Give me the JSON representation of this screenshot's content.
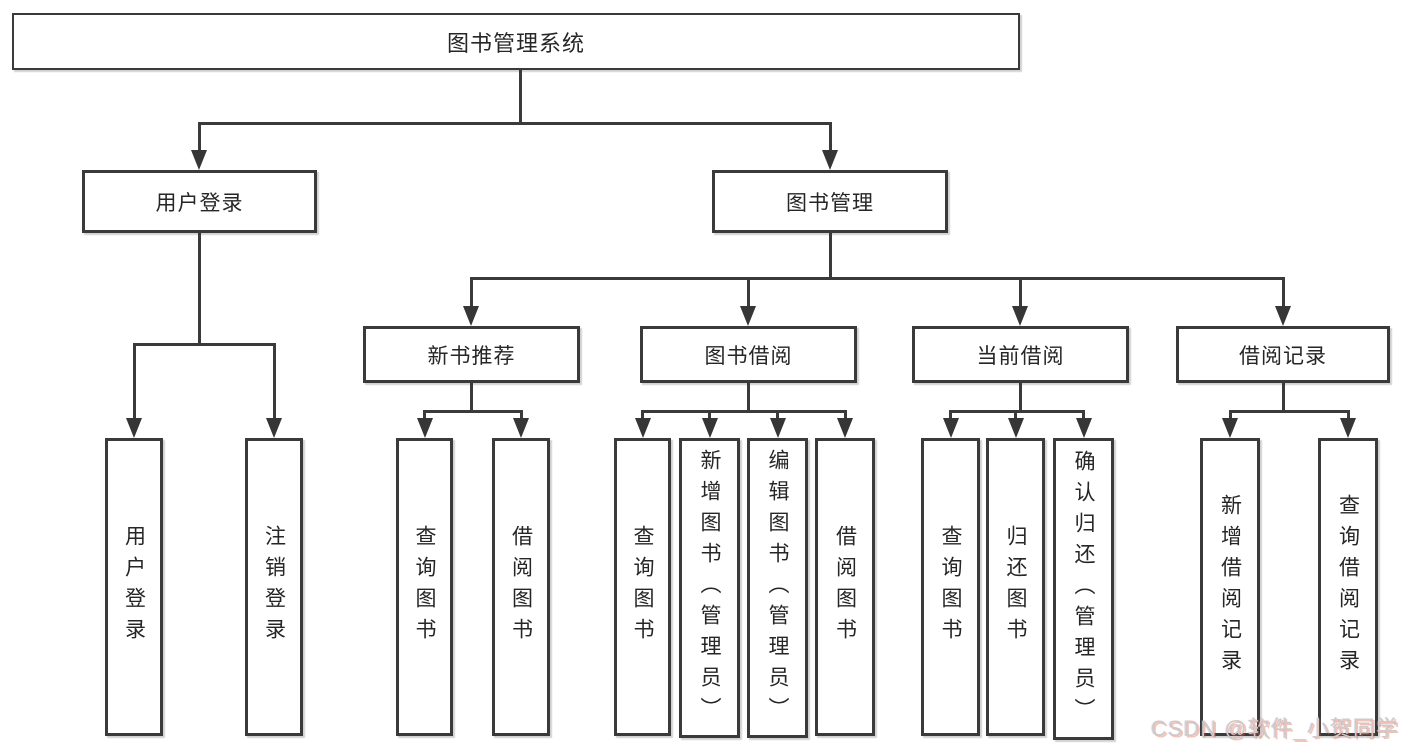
{
  "tree": {
    "label": "图书管理系统",
    "children": [
      {
        "label": "用户登录",
        "children": [
          {
            "label": "用户登录"
          },
          {
            "label": "注销登录"
          }
        ]
      },
      {
        "label": "图书管理",
        "children": [
          {
            "label": "新书推荐",
            "children": [
              {
                "label": "查询图书"
              },
              {
                "label": "借阅图书"
              }
            ]
          },
          {
            "label": "图书借阅",
            "children": [
              {
                "label": "查询图书"
              },
              {
                "label": "新增图书（管理员）"
              },
              {
                "label": "编辑图书（管理员）"
              },
              {
                "label": "借阅图书"
              }
            ]
          },
          {
            "label": "当前借阅",
            "children": [
              {
                "label": "查询图书"
              },
              {
                "label": "归还图书"
              },
              {
                "label": "确认归还（管理员）"
              }
            ]
          },
          {
            "label": "借阅记录",
            "children": [
              {
                "label": "新增借阅记录"
              },
              {
                "label": "查询借阅记录"
              }
            ]
          }
        ]
      }
    ]
  },
  "watermark": {
    "text": "CSDN @软件_小贺同学"
  },
  "colors": {
    "background": "#ffffff",
    "box_fill": "#ffffff",
    "box_border": "#3a3a3a",
    "line": "#3a3a3a",
    "text": "#262626",
    "watermark_fill": "#cbcbcb",
    "watermark_accent": "#fc5531"
  }
}
